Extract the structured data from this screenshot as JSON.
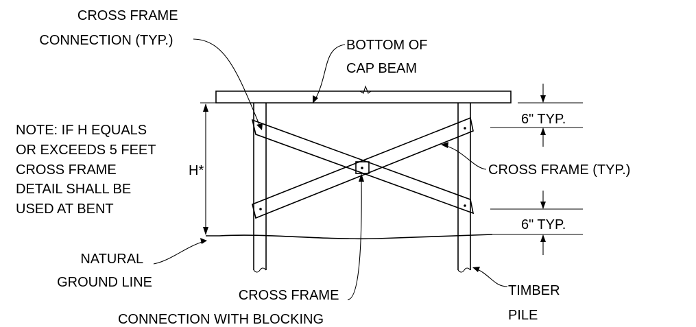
{
  "labels": {
    "cross_frame_connection": [
      "CROSS FRAME",
      "CONNECTION (TYP.)"
    ],
    "bottom_of_cap_beam": [
      "BOTTOM OF",
      "CAP BEAM"
    ],
    "note": [
      "NOTE: IF H EQUALS",
      "OR EXCEEDS 5 FEET",
      "CROSS FRAME",
      "DETAIL SHALL BE",
      "USED AT BENT"
    ],
    "height": "H*",
    "top_spacing": "6\" TYP.",
    "cross_frame": "CROSS FRAME (TYP.)",
    "bottom_spacing": "6\" TYP.",
    "natural_ground_line": [
      "NATURAL",
      "GROUND LINE"
    ],
    "cross_frame_blocking": [
      "CROSS FRAME",
      "CONNECTION WITH BLOCKING"
    ],
    "timber_pile": [
      "TIMBER",
      "PILE"
    ]
  }
}
